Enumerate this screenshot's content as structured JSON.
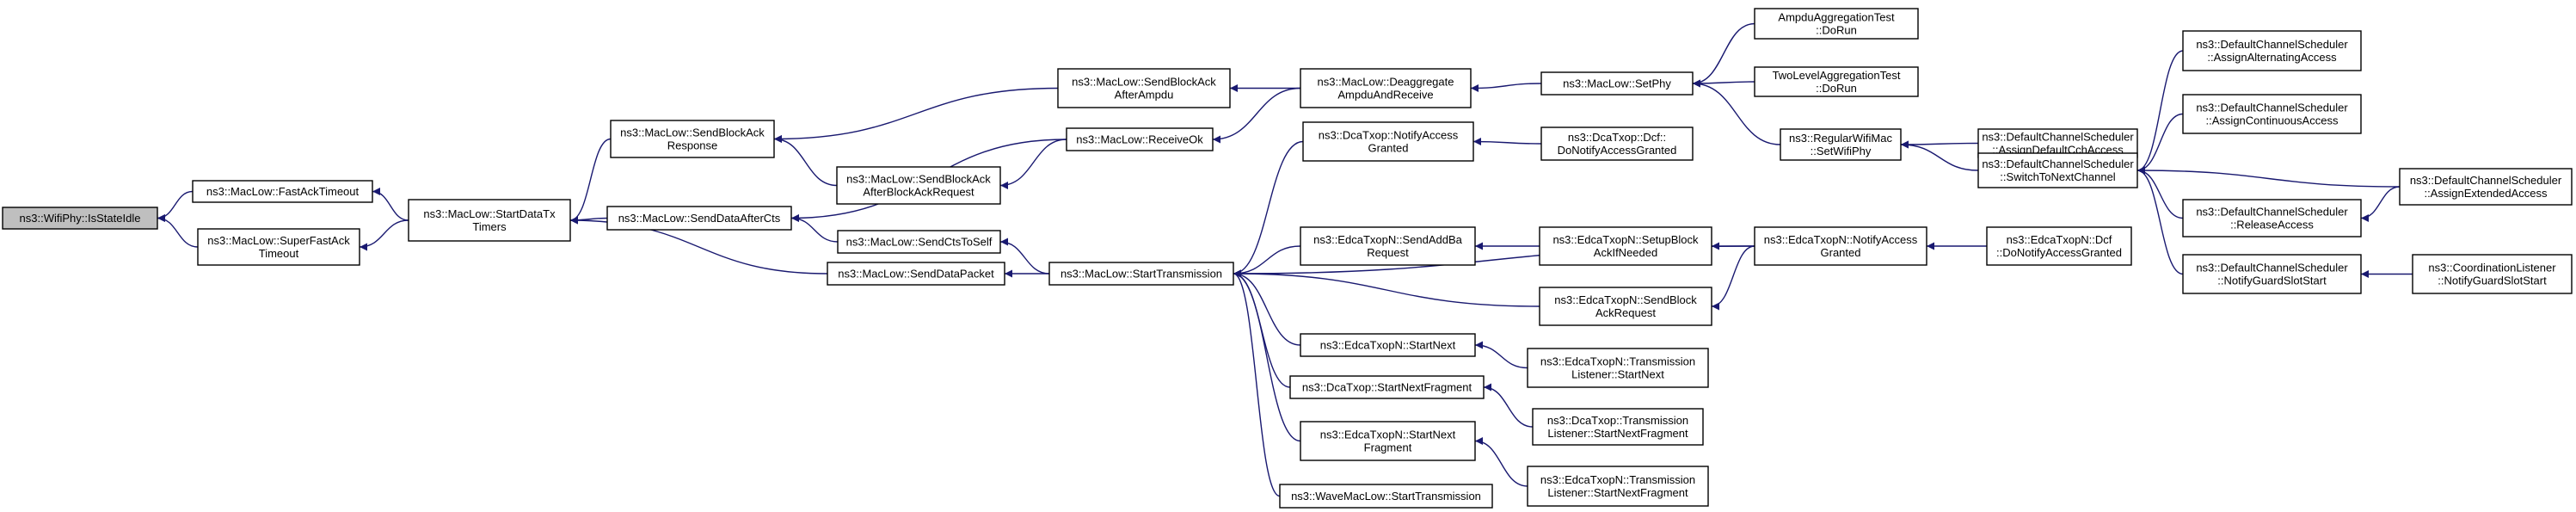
{
  "diagram": {
    "type": "call-graph",
    "nodes": [
      {
        "id": "isstateidle",
        "lines": [
          "ns3::WifiPhy::IsStateIdle"
        ]
      },
      {
        "id": "fastacktimeout",
        "lines": [
          "ns3::MacLow::FastAckTimeout"
        ]
      },
      {
        "id": "superfastacktimeout",
        "lines": [
          "ns3::MacLow::SuperFastAck",
          "Timeout"
        ]
      },
      {
        "id": "startdatatxtimers",
        "lines": [
          "ns3::MacLow::StartDataTx",
          "Timers"
        ]
      },
      {
        "id": "sendblockackresponse",
        "lines": [
          "ns3::MacLow::SendBlockAck",
          "Response"
        ]
      },
      {
        "id": "senddataafterctsl",
        "lines": [
          "ns3::MacLow::SendDataAfterCts"
        ]
      },
      {
        "id": "senddatapacket",
        "lines": [
          "ns3::MacLow::SendDataPacket"
        ]
      },
      {
        "id": "sendblockackafterampdu",
        "lines": [
          "ns3::MacLow::SendBlockAck",
          "AfterAmpdu"
        ]
      },
      {
        "id": "sendblockackafterblockackrequest",
        "lines": [
          "ns3::MacLow::SendBlockAck",
          "AfterBlockAckRequest"
        ]
      },
      {
        "id": "sendctstoself",
        "lines": [
          "ns3::MacLow::SendCtsToSelf"
        ]
      },
      {
        "id": "starttransmission",
        "lines": [
          "ns3::MacLow::StartTransmission"
        ]
      },
      {
        "id": "receiveok",
        "lines": [
          "ns3::MacLow::ReceiveOk"
        ]
      },
      {
        "id": "deaggregateampdu",
        "lines": [
          "ns3::MacLow::Deaggregate",
          "AmpduAndReceive"
        ]
      },
      {
        "id": "setphy",
        "lines": [
          "ns3::MacLow::SetPhy"
        ]
      },
      {
        "id": "ampduaggregationtest",
        "lines": [
          "AmpduAggregationTest",
          "::DoRun"
        ]
      },
      {
        "id": "twolevelaggregationtest",
        "lines": [
          "TwoLevelAggregationTest",
          "::DoRun"
        ]
      },
      {
        "id": "regularwifimacsetwifiphy",
        "lines": [
          "ns3::RegularWifiMac",
          "::SetWifiPhy"
        ]
      },
      {
        "id": "dcatxopnotifyaccessgranted",
        "lines": [
          "ns3::DcaTxop::NotifyAccess",
          "Granted"
        ]
      },
      {
        "id": "dcatxopdcfdonotify",
        "lines": [
          "ns3::DcaTxop::Dcf::",
          "DoNotifyAccessGranted"
        ]
      },
      {
        "id": "edcasendaddbarequest",
        "lines": [
          "ns3::EdcaTxopN::SendAddBa",
          "Request"
        ]
      },
      {
        "id": "edcasetupblockack",
        "lines": [
          "ns3::EdcaTxopN::SetupBlock",
          "AckIfNeeded"
        ]
      },
      {
        "id": "edcanotifyaccessgranted",
        "lines": [
          "ns3::EdcaTxopN::NotifyAccess",
          "Granted"
        ]
      },
      {
        "id": "edcadcfdonotify",
        "lines": [
          "ns3::EdcaTxopN::Dcf",
          "::DoNotifyAccessGranted"
        ]
      },
      {
        "id": "edcasendblockackrequest",
        "lines": [
          "ns3::EdcaTxopN::SendBlock",
          "AckRequest"
        ]
      },
      {
        "id": "edcastartnext",
        "lines": [
          "ns3::EdcaTxopN::StartNext"
        ]
      },
      {
        "id": "edcatlstartnext",
        "lines": [
          "ns3::EdcaTxopN::Transmission",
          "Listener::StartNext"
        ]
      },
      {
        "id": "dcastartnextfragment",
        "lines": [
          "ns3::DcaTxop::StartNextFragment"
        ]
      },
      {
        "id": "dcatlstartnextfragment",
        "lines": [
          "ns3::DcaTxop::Transmission",
          "Listener::StartNextFragment"
        ]
      },
      {
        "id": "edcastartnextfragment",
        "lines": [
          "ns3::EdcaTxopN::StartNext",
          "Fragment"
        ]
      },
      {
        "id": "edcatlstartnextfragment",
        "lines": [
          "ns3::EdcaTxopN::Transmission",
          "Listener::StartNextFragment"
        ]
      },
      {
        "id": "wavemacstarttransmission",
        "lines": [
          "ns3::WaveMacLow::StartTransmission"
        ]
      },
      {
        "id": "dcsassigndefaultcch",
        "lines": [
          "ns3::DefaultChannelScheduler",
          "::AssignDefaultCchAccess"
        ]
      },
      {
        "id": "dcsswitchtonextchannel",
        "lines": [
          "ns3::DefaultChannelScheduler",
          "::SwitchToNextChannel"
        ]
      },
      {
        "id": "dcsassignalternating",
        "lines": [
          "ns3::DefaultChannelScheduler",
          "::AssignAlternatingAccess"
        ]
      },
      {
        "id": "dcsassigncontinuous",
        "lines": [
          "ns3::DefaultChannelScheduler",
          "::AssignContinuousAccess"
        ]
      },
      {
        "id": "dcsreleaseaccess",
        "lines": [
          "ns3::DefaultChannelScheduler",
          "::ReleaseAccess"
        ]
      },
      {
        "id": "dcsassignextended",
        "lines": [
          "ns3::DefaultChannelScheduler",
          "::AssignExtendedAccess"
        ]
      },
      {
        "id": "dcsnotifyguardslotstart",
        "lines": [
          "ns3::DefaultChannelScheduler",
          "::NotifyGuardSlotStart"
        ]
      },
      {
        "id": "clnotifyguardslotstart",
        "lines": [
          "ns3::CoordinationListener",
          "::NotifyGuardSlotStart"
        ]
      }
    ],
    "edges": [
      {
        "from": "fastacktimeout",
        "to": "isstateidle"
      },
      {
        "from": "superfastacktimeout",
        "to": "isstateidle"
      },
      {
        "from": "startdatatxtimers",
        "to": "fastacktimeout"
      },
      {
        "from": "startdatatxtimers",
        "to": "superfastacktimeout"
      },
      {
        "from": "sendblockackresponse",
        "to": "startdatatxtimers"
      },
      {
        "from": "senddataafterctsl",
        "to": "startdatatxtimers"
      },
      {
        "from": "senddatapacket",
        "to": "startdatatxtimers"
      },
      {
        "from": "sendblockackafterampdu",
        "to": "sendblockackresponse"
      },
      {
        "from": "sendblockackafterblockackrequest",
        "to": "sendblockackresponse"
      },
      {
        "from": "receiveok",
        "to": "senddataafterctsl"
      },
      {
        "from": "sendctstoself",
        "to": "senddataafterctsl"
      },
      {
        "from": "starttransmission",
        "to": "sendctstoself"
      },
      {
        "from": "starttransmission",
        "to": "senddatapacket"
      },
      {
        "from": "receiveok",
        "to": "sendblockackafterblockackrequest"
      },
      {
        "from": "deaggregateampdu",
        "to": "sendblockackafterampdu"
      },
      {
        "from": "deaggregateampdu",
        "to": "receiveok"
      },
      {
        "from": "setphy",
        "to": "deaggregateampdu"
      },
      {
        "from": "ampduaggregationtest",
        "to": "setphy"
      },
      {
        "from": "twolevelaggregationtest",
        "to": "setphy"
      },
      {
        "from": "regularwifimacsetwifiphy",
        "to": "setphy"
      },
      {
        "from": "dcsassigndefaultcch",
        "to": "regularwifimacsetwifiphy"
      },
      {
        "from": "dcsswitchtonextchannel",
        "to": "regularwifimacsetwifiphy"
      },
      {
        "from": "dcsassignalternating",
        "to": "dcsswitchtonextchannel"
      },
      {
        "from": "dcsassigncontinuous",
        "to": "dcsswitchtonextchannel"
      },
      {
        "from": "dcsreleaseaccess",
        "to": "dcsswitchtonextchannel"
      },
      {
        "from": "dcsassignextended",
        "to": "dcsswitchtonextchannel"
      },
      {
        "from": "dcsnotifyguardslotstart",
        "to": "dcsswitchtonextchannel"
      },
      {
        "from": "dcsassignextended",
        "to": "dcsreleaseaccess"
      },
      {
        "from": "clnotifyguardslotstart",
        "to": "dcsnotifyguardslotstart"
      },
      {
        "from": "dcatxopnotifyaccessgranted",
        "to": "starttransmission"
      },
      {
        "from": "dcatxopdcfdonotify",
        "to": "dcatxopnotifyaccessgranted"
      },
      {
        "from": "edcanotifyaccessgranted",
        "to": "starttransmission"
      },
      {
        "from": "edcasendaddbarequest",
        "to": "starttransmission"
      },
      {
        "from": "edcasetupblockack",
        "to": "edcasendaddbarequest"
      },
      {
        "from": "edcanotifyaccessgranted",
        "to": "edcasetupblockack"
      },
      {
        "from": "edcadcfdonotify",
        "to": "edcanotifyaccessgranted"
      },
      {
        "from": "edcasendblockackrequest",
        "to": "starttransmission"
      },
      {
        "from": "edcanotifyaccessgranted",
        "to": "edcasendblockackrequest"
      },
      {
        "from": "edcastartnext",
        "to": "starttransmission"
      },
      {
        "from": "edcatlstartnext",
        "to": "edcastartnext"
      },
      {
        "from": "dcastartnextfragment",
        "to": "starttransmission"
      },
      {
        "from": "dcatlstartnextfragment",
        "to": "dcastartnextfragment"
      },
      {
        "from": "edcastartnextfragment",
        "to": "starttransmission"
      },
      {
        "from": "edcatlstartnextfragment",
        "to": "edcastartnextfragment"
      },
      {
        "from": "wavemacstarttransmission",
        "to": "starttransmission"
      }
    ]
  }
}
